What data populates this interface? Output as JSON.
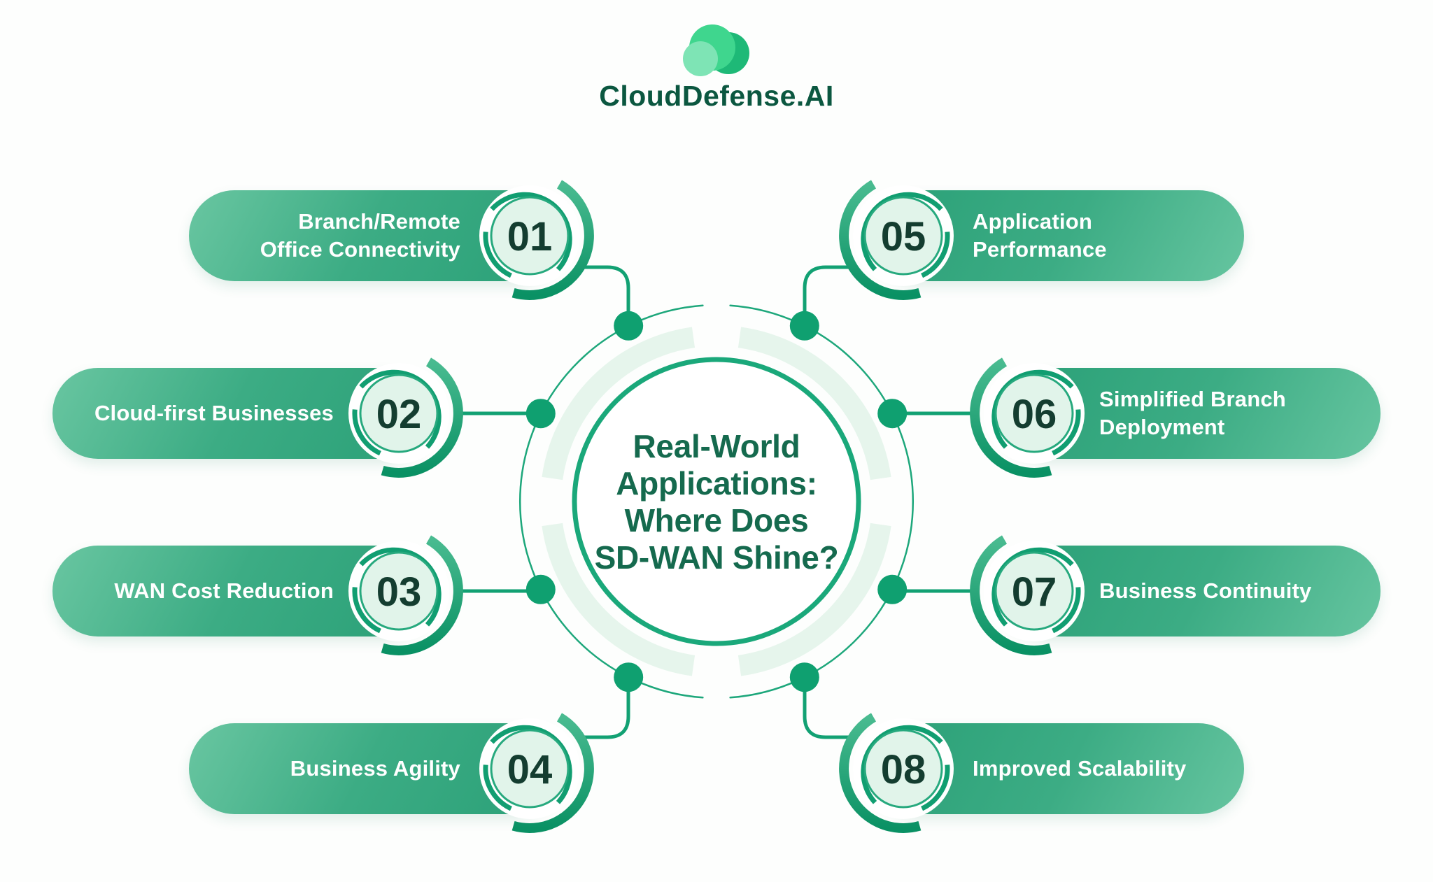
{
  "logo": {
    "brand": "CloudDefense.AI"
  },
  "center": {
    "title_lines": [
      "Real-World",
      "Applications:",
      "Where Does",
      "SD-WAN Shine?"
    ]
  },
  "items": [
    {
      "number": "01",
      "label": "Branch/Remote\nOffice Connectivity"
    },
    {
      "number": "02",
      "label": "Cloud-first Businesses"
    },
    {
      "number": "03",
      "label": "WAN Cost Reduction"
    },
    {
      "number": "04",
      "label": "Business Agility"
    },
    {
      "number": "05",
      "label": "Application\nPerformance"
    },
    {
      "number": "06",
      "label": "Simplified Branch\nDeployment"
    },
    {
      "number": "07",
      "label": "Business Continuity"
    },
    {
      "number": "08",
      "label": "Improved Scalability"
    }
  ],
  "colors": {
    "accent_green": "#12a173",
    "pill_gradient_light": "#69c6a1",
    "pill_gradient_dark": "#2aa077",
    "badge_fill": "#e1f4ea",
    "number_text": "#143d30",
    "title_text": "#156a4e",
    "brand_text": "#0b5740",
    "light_ring": "#e6f5ec"
  }
}
